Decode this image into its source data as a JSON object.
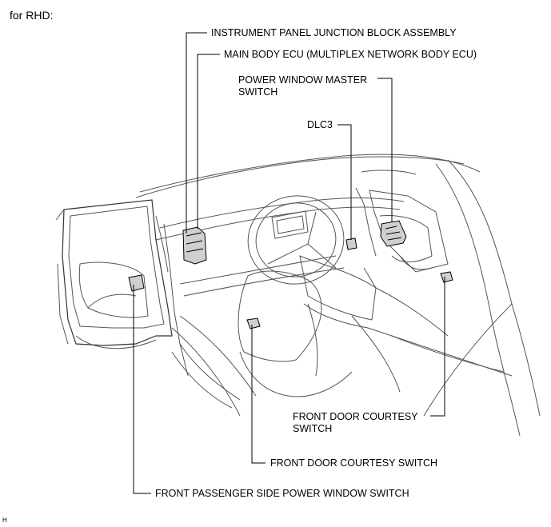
{
  "heading": "for RHD:",
  "figure_code": "H",
  "labels": {
    "ipjb": "INSTRUMENT PANEL JUNCTION BLOCK ASSEMBLY",
    "main_ecu": "MAIN BODY ECU (MULTIPLEX NETWORK BODY ECU)",
    "pw_master": "POWER WINDOW MASTER\nSWITCH",
    "dlc3": "DLC3",
    "courtesy_right": "FRONT DOOR COURTESY\nSWITCH",
    "courtesy_left": "FRONT DOOR COURTESY SWITCH",
    "passenger_pw": "FRONT PASSENGER SIDE POWER WINDOW SWITCH"
  }
}
